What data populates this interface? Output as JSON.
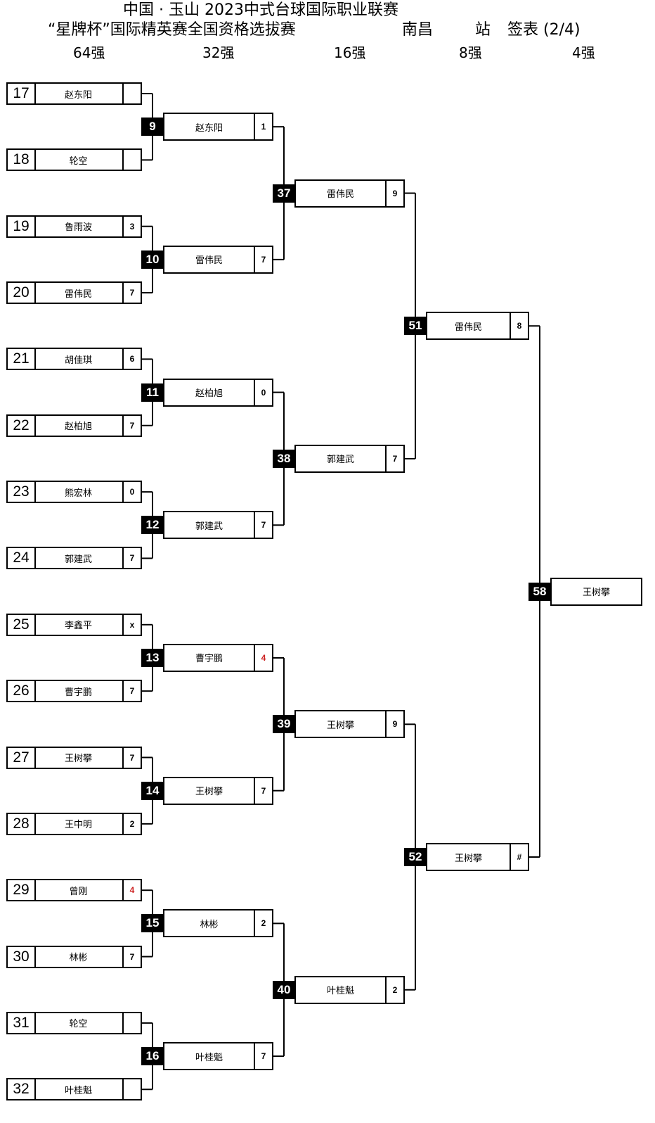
{
  "header": {
    "line1": "中国 · 玉山 2023中式台球国际职业联赛",
    "line2": "“星牌杯”国际精英赛全国资格选拔赛",
    "station_city": "南昌",
    "station_word": "站",
    "sheet": "签表 (2/4)"
  },
  "rounds": [
    "64强",
    "32强",
    "16强",
    "8强",
    "4强"
  ],
  "r64": [
    {
      "seed": "17",
      "name": "赵东阳",
      "score": ""
    },
    {
      "seed": "18",
      "name": "轮空",
      "score": ""
    },
    {
      "seed": "19",
      "name": "鲁雨波",
      "score": "3"
    },
    {
      "seed": "20",
      "name": "雷伟民",
      "score": "7"
    },
    {
      "seed": "21",
      "name": "胡佳琪",
      "score": "6"
    },
    {
      "seed": "22",
      "name": "赵柏旭",
      "score": "7"
    },
    {
      "seed": "23",
      "name": "熊宏林",
      "score": "0"
    },
    {
      "seed": "24",
      "name": "郭建武",
      "score": "7"
    },
    {
      "seed": "25",
      "name": "李鑫平",
      "score": "x"
    },
    {
      "seed": "26",
      "name": "曹宇鹏",
      "score": "7"
    },
    {
      "seed": "27",
      "name": "王树攀",
      "score": "7"
    },
    {
      "seed": "28",
      "name": "王中明",
      "score": "2"
    },
    {
      "seed": "29",
      "name": "曾刚",
      "score": "4"
    },
    {
      "seed": "30",
      "name": "林彬",
      "score": "7"
    },
    {
      "seed": "31",
      "name": "轮空",
      "score": ""
    },
    {
      "seed": "32",
      "name": "叶桂魁",
      "score": ""
    }
  ],
  "r32": [
    {
      "match": "9",
      "name": "赵东阳",
      "score": "1"
    },
    {
      "match": "10",
      "name": "雷伟民",
      "score": "7"
    },
    {
      "match": "11",
      "name": "赵柏旭",
      "score": "0"
    },
    {
      "match": "12",
      "name": "郭建武",
      "score": "7"
    },
    {
      "match": "13",
      "name": "曹宇鹏",
      "score": "4"
    },
    {
      "match": "14",
      "name": "王树攀",
      "score": "7"
    },
    {
      "match": "15",
      "name": "林彬",
      "score": "2"
    },
    {
      "match": "16",
      "name": "叶桂魁",
      "score": "7"
    }
  ],
  "r16": [
    {
      "match": "37",
      "name": "雷伟民",
      "score": "9"
    },
    {
      "match": "38",
      "name": "郭建武",
      "score": "7"
    },
    {
      "match": "39",
      "name": "王树攀",
      "score": "9"
    },
    {
      "match": "40",
      "name": "叶桂魁",
      "score": "2"
    }
  ],
  "r8": [
    {
      "match": "51",
      "name": "雷伟民",
      "score": "8"
    },
    {
      "match": "52",
      "name": "王树攀",
      "score": "#"
    }
  ],
  "r4": {
    "match": "58",
    "name": "王树攀"
  },
  "colors": {
    "line": "#000000",
    "highlight_score": "#cc1f1f"
  },
  "highlight_scores": [
    "r64.12",
    "r32.4"
  ]
}
